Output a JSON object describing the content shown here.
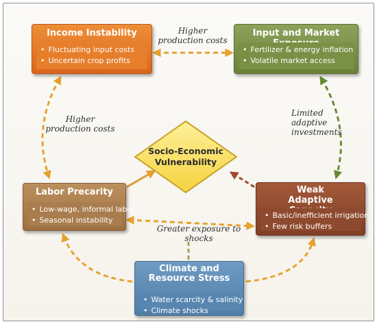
{
  "diagram": {
    "center": {
      "title": "Socio-Economic Vulnerability"
    },
    "nodes": {
      "income": {
        "title": "Income Instability",
        "items": [
          "Fluctuating input costs",
          "Uncertain crop profits"
        ]
      },
      "input": {
        "title": "Input and Market Exposure",
        "items": [
          "Fertilizer & energy inflation",
          "Volatile market access"
        ]
      },
      "labor": {
        "title": "Labor Precarity",
        "items": [
          "Low-wage, informal labor",
          "Seasonal instability"
        ]
      },
      "weak": {
        "title": "Weak Adaptive Capacity",
        "items": [
          "Basic/inefficient irrigation",
          "Few risk buffers"
        ]
      },
      "climate": {
        "title": "Climate and Resource Stress",
        "items": [
          "Water scarcity & salinity",
          "Climate shocks"
        ]
      }
    },
    "edge_labels": {
      "top": "Higher production costs",
      "left": "Higher production costs",
      "right": "Limited adaptive investments",
      "middle": "Greater exposure to shocks"
    },
    "colors": {
      "arrow_orange": "#e6a12e",
      "arrow_green": "#6a8a36",
      "arrow_brown": "#a04a2c",
      "center_fill": "#fbe36a",
      "center_stroke": "#c9a329"
    }
  }
}
